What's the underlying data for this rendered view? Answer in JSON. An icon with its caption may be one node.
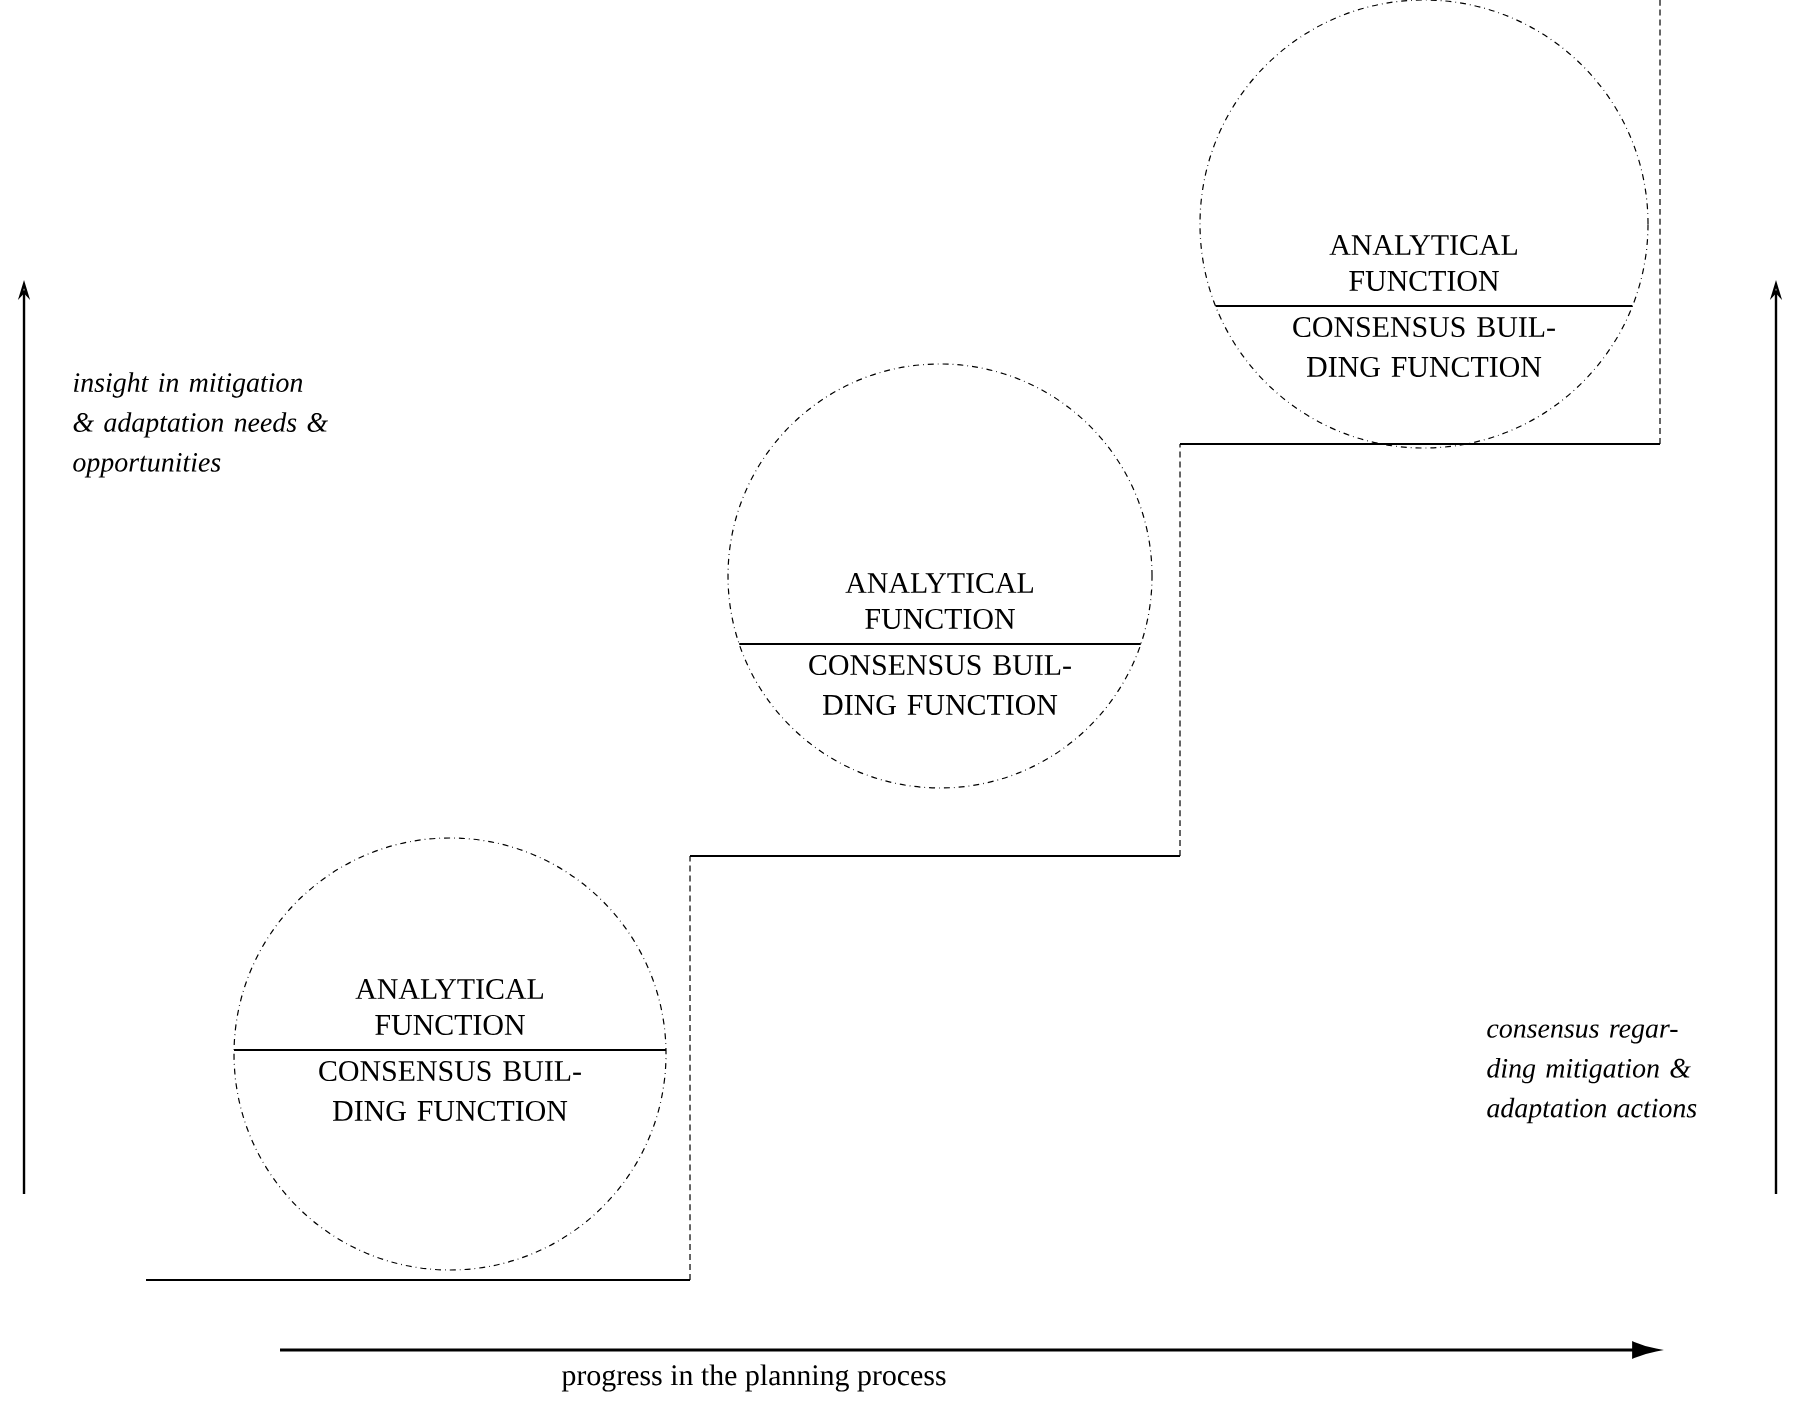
{
  "diagram": {
    "nodes": [
      {
        "text": [
          "ANALYTICAL FUNCTION",
          "CONSENSUS BUIL- DING FUNCTION"
        ]
      },
      {
        "text": [
          "ANALYTICAL FUNCTION",
          "CONSENSUS BUIL- DING FUNCTION"
        ]
      },
      {
        "text": [
          "ANALYTICAL FUNCTION",
          "CONSENSUS BUIL- DING FUNCTION"
        ]
      }
    ],
    "labels": [
      "insight in mitigation & adaptation needs & opportunities",
      "consensus regar- ding mitigation & adaptation actions",
      "progress in the planning process"
    ]
  }
}
